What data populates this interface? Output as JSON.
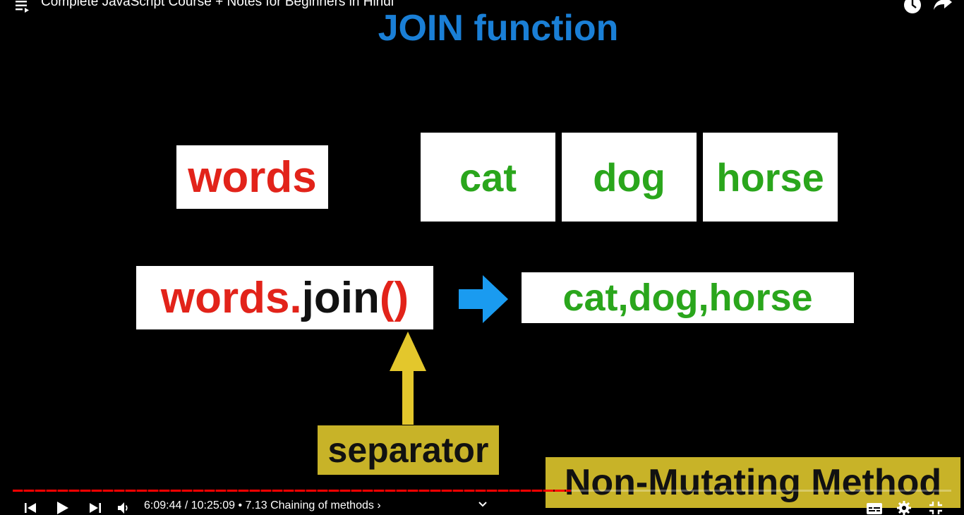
{
  "player": {
    "video_title": "Complete JavaScript Course + Notes for Beginners in Hindi",
    "progress_fraction": 0.595
  },
  "slide": {
    "title": "JOIN function",
    "words_label": "words",
    "array_items": [
      "cat",
      "dog",
      "horse"
    ],
    "code_object": "words.",
    "code_method": "join",
    "code_parens": "()",
    "result": "cat,dog,horse",
    "separator_label": "separator",
    "method_type": "Non-Mutating Method",
    "colors": {
      "title": "#1a7fd6",
      "red": "#e2231a",
      "green": "#2aa61c",
      "arrow_blue": "#1a9bf0",
      "arrow_yellow": "#e3c72c",
      "label_bg": "#c8b328"
    }
  },
  "controls": {
    "current_time": "6:09:44",
    "duration": "10:25:09",
    "chapter": "7.13 Chaining of methods",
    "icons": [
      "playlist-icon",
      "watch-later-icon",
      "share-icon",
      "previous-icon",
      "play-icon",
      "next-icon",
      "volume-icon",
      "chevron-right-icon",
      "chevron-down-icon",
      "subtitles-icon",
      "settings-icon",
      "exit-fullscreen-icon"
    ]
  }
}
